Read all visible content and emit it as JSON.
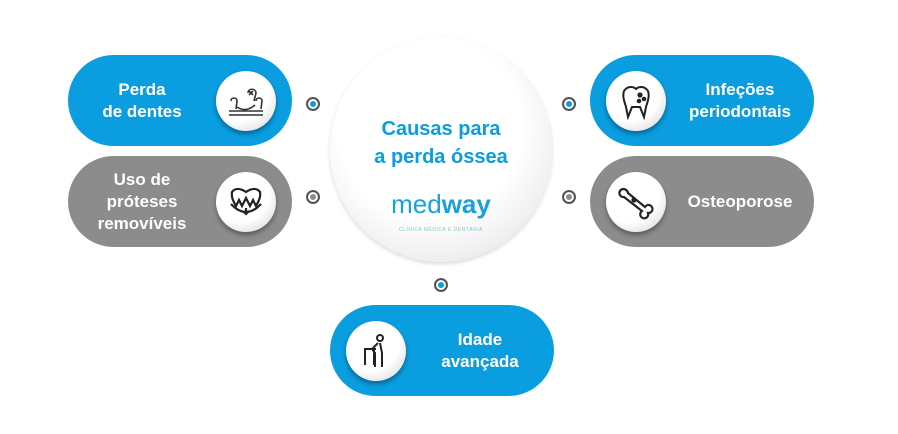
{
  "center": {
    "title_line1": "Causas para",
    "title_line2": "a perda óssea",
    "logo_light": "med",
    "logo_bold": "way",
    "logo_sub": "CLÍNICA MÉDICA E DENTÁRIA"
  },
  "causes": [
    {
      "label1": "Perda",
      "label2": "de dentes",
      "icon": "missing-tooth-icon",
      "color": "#0a9de0"
    },
    {
      "label1": "Uso de",
      "label2": "próteses",
      "label3": "removíveis",
      "icon": "denture-icon",
      "color": "#8c8c8c"
    },
    {
      "label1": "Infeções",
      "label2": "periodontais",
      "icon": "infected-tooth-icon",
      "color": "#0a9de0"
    },
    {
      "label1": "Osteoporose",
      "icon": "bone-icon",
      "color": "#8c8c8c"
    },
    {
      "label1": "Idade",
      "label2": "avançada",
      "icon": "elderly-walker-icon",
      "color": "#0a9de0"
    }
  ]
}
